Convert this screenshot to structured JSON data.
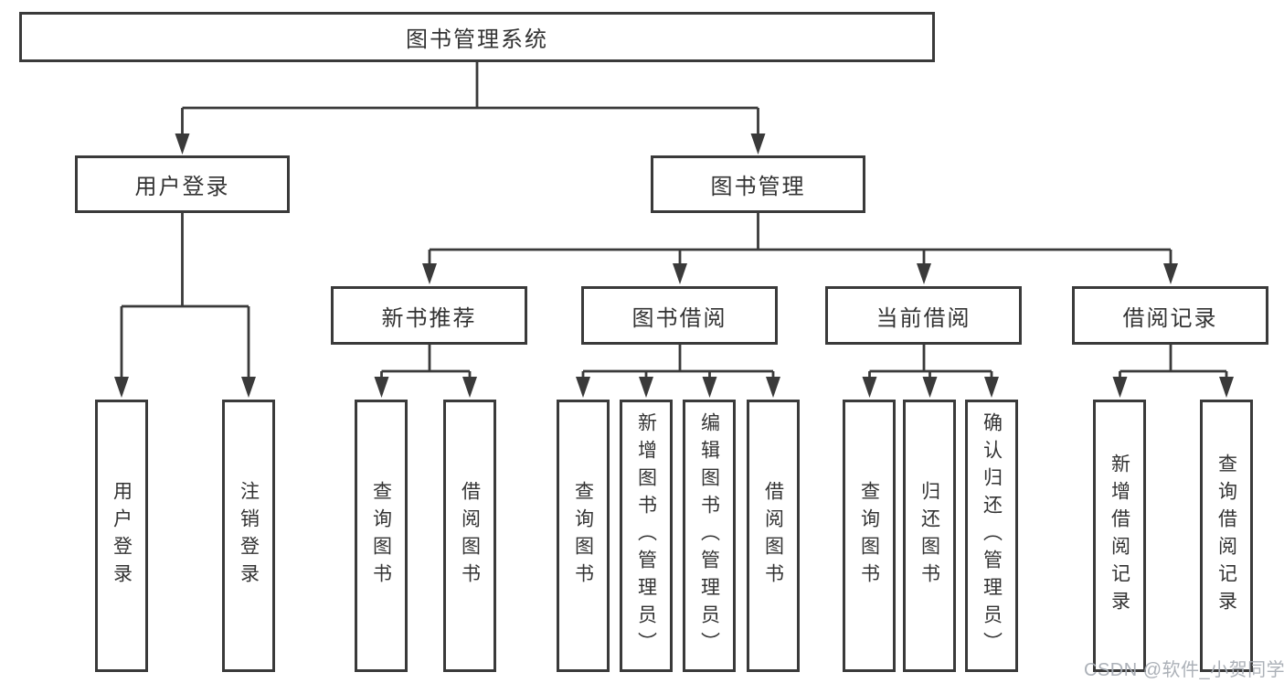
{
  "diagram": {
    "title": "图书管理系统",
    "branches": {
      "user_login": {
        "label": "用户登录",
        "children": [
          "用户登录",
          "注销登录"
        ]
      },
      "book_mgmt": {
        "label": "图书管理",
        "children": [
          {
            "label": "新书推荐",
            "children": [
              "查询图书",
              "借阅图书"
            ]
          },
          {
            "label": "图书借阅",
            "children": [
              "查询图书",
              "新增图书（管理员）",
              "编辑图书（管理员）",
              "借阅图书"
            ]
          },
          {
            "label": "当前借阅",
            "children": [
              "查询图书",
              "归还图书",
              "确认归还（管理员）"
            ]
          },
          {
            "label": "借阅记录",
            "children": [
              "新增借阅记录",
              "查询借阅记录"
            ]
          }
        ]
      }
    }
  },
  "watermark": "CSDN @软件_小贺同学",
  "colors": {
    "line": "#3a3a3a",
    "text": "#333333",
    "background": "#ffffff",
    "watermark": "#a8adb4"
  }
}
